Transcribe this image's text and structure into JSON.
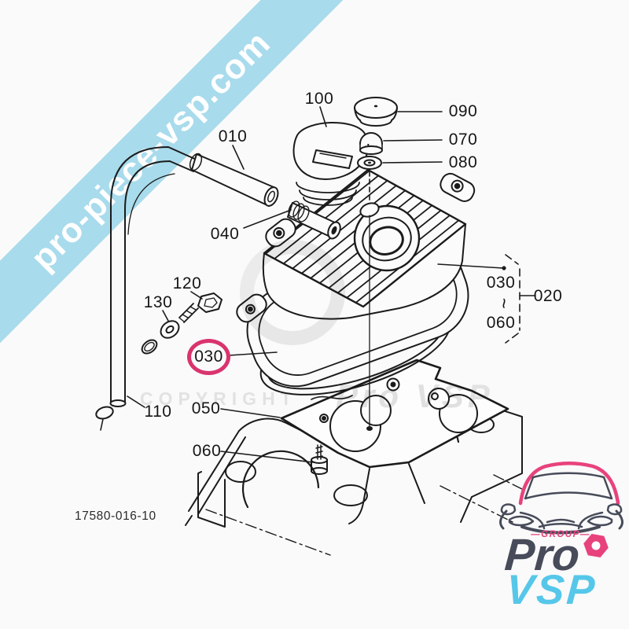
{
  "banner": {
    "text": "pro-piece-vsp.com",
    "background": "#a8dbec",
    "text_color": "#ffffff"
  },
  "diagram": {
    "drawing_number": "17580-016-10",
    "labels": {
      "n010": "010",
      "n020": "020",
      "n030": "030",
      "n040": "040",
      "n050": "050",
      "n060": "060",
      "n070": "070",
      "n080": "080",
      "n090": "090",
      "n100": "100",
      "n110": "110",
      "n120": "120",
      "n130": "130"
    },
    "highlighted_part": "030",
    "group_range": {
      "from": "030",
      "separator": "~",
      "to": "060",
      "kit": "020"
    },
    "highlight_color": "#d9346d"
  },
  "watermark": {
    "copyright": "COPYRIGHT",
    "brand": "Pro VSP"
  },
  "logo": {
    "group_label": "—GROUP—",
    "brand_top": "Pro",
    "brand_bottom": "VSP",
    "car_icon": "car-front-outline",
    "nut_icon": "hex-nut",
    "colors": {
      "dark": "#474b5a",
      "pink": "#e8427c",
      "blue": "#56c7e9"
    }
  }
}
